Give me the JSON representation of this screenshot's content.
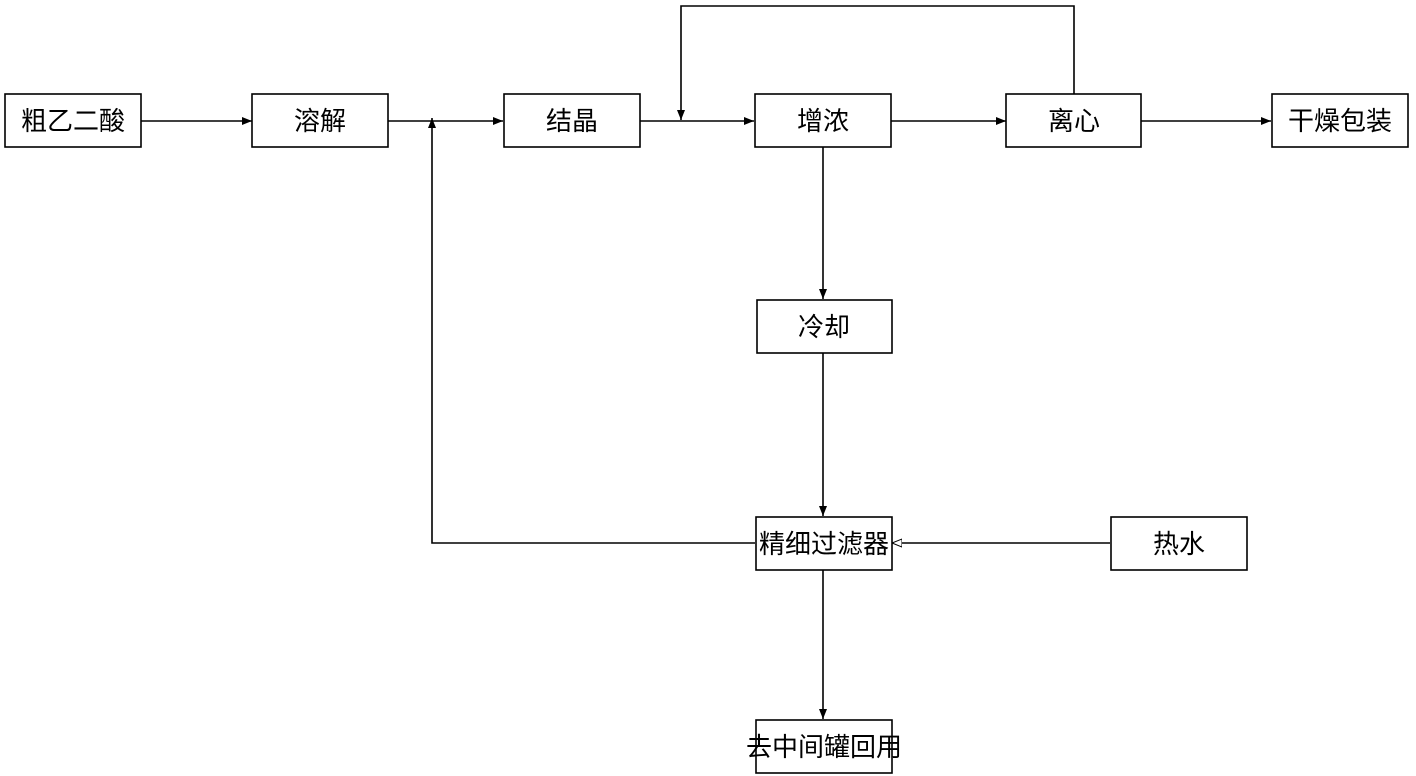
{
  "nodes": {
    "crude_acid": "粗乙二酸",
    "dissolve": "溶解",
    "crystallize": "结晶",
    "thicken": "增浓",
    "centrifuge": "离心",
    "dry_pack": "干燥包装",
    "cool": "冷却",
    "fine_filter": "精细过滤器",
    "hot_water": "热水",
    "recycle": "去中间罐回用"
  },
  "edges": [
    {
      "from": "crude_acid",
      "to": "dissolve"
    },
    {
      "from": "dissolve",
      "to": "crystallize"
    },
    {
      "from": "crystallize",
      "to": "thicken"
    },
    {
      "from": "thicken",
      "to": "centrifuge"
    },
    {
      "from": "centrifuge",
      "to": "dry_pack"
    },
    {
      "from": "centrifuge",
      "to": "thicken",
      "note": "loop back"
    },
    {
      "from": "thicken",
      "to": "cool"
    },
    {
      "from": "cool",
      "to": "fine_filter"
    },
    {
      "from": "hot_water",
      "to": "fine_filter"
    },
    {
      "from": "fine_filter",
      "to": "crystallize",
      "note": "loop back"
    },
    {
      "from": "fine_filter",
      "to": "recycle"
    }
  ]
}
